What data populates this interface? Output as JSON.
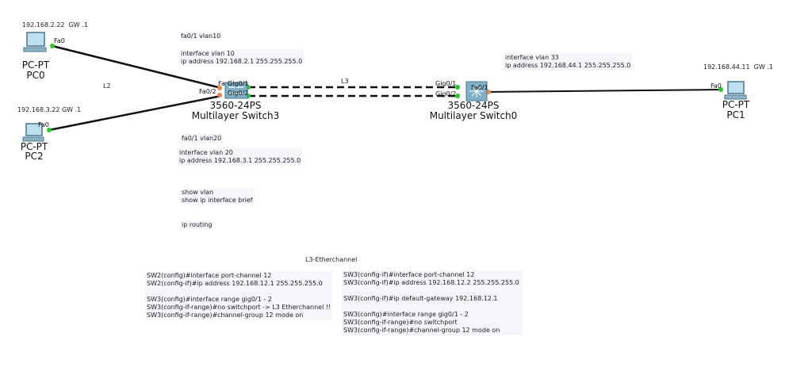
{
  "devices": {
    "pc0": {
      "model": "PC-PT",
      "name": "PC0",
      "ip_note": "192.168.2.22  GW .1",
      "port": "Fa0"
    },
    "pc2": {
      "model": "PC-PT",
      "name": "PC2",
      "ip_note": "192.168.3.22 GW .1",
      "port": "Fa0"
    },
    "pc1": {
      "model": "PC-PT",
      "name": "PC1",
      "ip_note": "192.168.44.11  GW .1",
      "port": "Fa0"
    },
    "switch3": {
      "model": "3560-24PS",
      "name": "Multilayer Switch3",
      "ports": [
        "Fa",
        "Gig0/1",
        "Fa0/2",
        "Gig0/2"
      ]
    },
    "switch0": {
      "model": "3560-24PS",
      "name": "Multilayer Switch0",
      "ports": [
        "Gig0/1",
        "Gig0/2",
        "Fa0/1"
      ]
    }
  },
  "labels": {
    "l2": "L2",
    "l3": "L3",
    "etherchannel": "L3-Etherchannel"
  },
  "notes": {
    "vlan10_port": "fa0/1 vlan10",
    "vlan10_cfg": "interface vlan 10\nip address 192.168.2.1 255.255.255.0",
    "vlan20_port": "fa0/1 vlan20",
    "vlan20_cfg": "interface vlan 20\nip address 192.168.3.1 255.255.255.0",
    "show": "show vlan\nshow ip interface brief",
    "routing": "ip routing",
    "vlan33_cfg": "interface vlan 33\nip address 192.168.44.1 255.255.255.0",
    "sw2_cfg": "SW2(config)#interface port-channel 12\nSW2(config-if)#ip address 192.168.12.1 255.255.255.0\n\nSW3(config)#interface range gig0/1 - 2\nSW3(config-if-range)#no switchport -> L3 Etherchannel !!\nSW3(config-if-range)#channel-group 12 mode on",
    "sw3_cfg": "SW3(config-if)#interface port-channel 12\nSW3(config-if)#ip address 192.168.12.2 255.255.255.0\n\nSW3(config-if)#ip default-gateway 192.168.12.1\n\nSW3(config)#interface range gig0/1 - 2\nSW3(config-if-range)#no switchport\nSW3(config-if-range)#channel-group 12 mode on"
  },
  "colors": {
    "link_up": "#22cc22",
    "link_pending": "#e8864a",
    "cable": "#111111",
    "device": "#7fb0c8"
  }
}
